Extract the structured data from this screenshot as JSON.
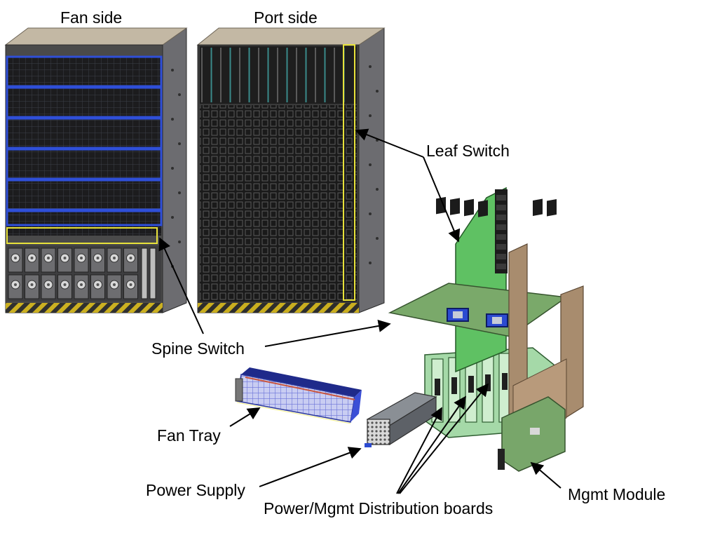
{
  "views": {
    "fan_side": "Fan side",
    "port_side": "Port side"
  },
  "callouts": {
    "leaf_switch": "Leaf Switch",
    "spine_switch": "Spine Switch",
    "fan_tray": "Fan Tray",
    "power_supply": "Power Supply",
    "distribution_boards": "Power/Mgmt Distribution boards",
    "mgmt_module": "Mgmt Module"
  },
  "colors": {
    "chassis": "#4a4a4a",
    "chassis_top": "#c3b8a4",
    "fan_band": "#2f4fd8",
    "highlight_box": "#e8e23a",
    "pcb_green": "#6fbf73",
    "copper_plate": "#a88c6e",
    "fan_tray_blue": "#3b4fd6",
    "hazard_yellow": "#e2c21a"
  }
}
